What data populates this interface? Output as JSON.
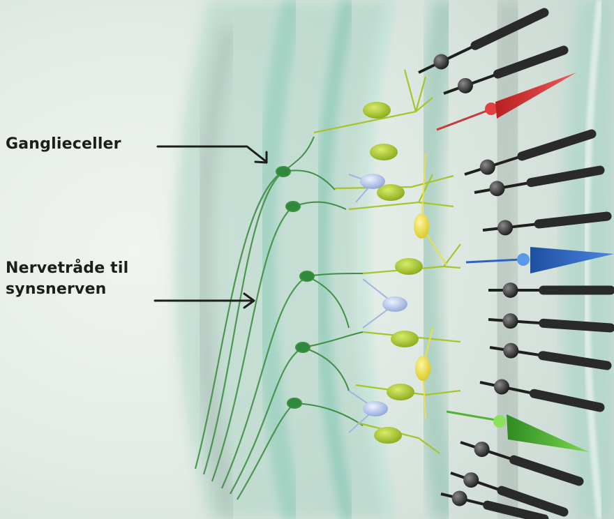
{
  "labels": {
    "ganglion": "Ganglieceller",
    "nerve_line1": "Nervetråde til",
    "nerve_line2": "synsnerven"
  },
  "colors": {
    "background": "#dfe7e1",
    "ganglion": "#2e8a3a",
    "bipolar": "#a7c42a",
    "amacrine": "#9fb4e0",
    "horizontal": "#e8e04a",
    "rod": "#2a2a2a",
    "cone_red": "#e23a3a",
    "cone_blue": "#2a63c4",
    "cone_green": "#4fb52f"
  }
}
